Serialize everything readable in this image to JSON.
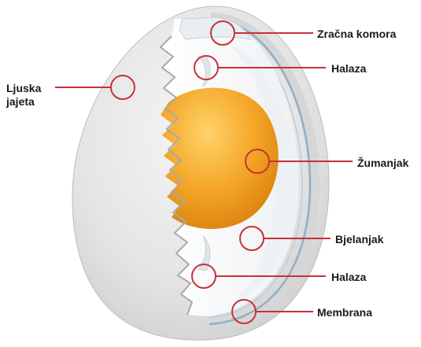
{
  "labels": {
    "zracna_komora": "Zračna komora",
    "halaza_top": "Halaza",
    "ljuska_line1": "Ljuska",
    "ljuska_line2": "jajeta",
    "zumanjak": "Žumanjak",
    "bjelanjak": "Bjelanjak",
    "halaza_bottom": "Halaza",
    "membrana": "Membrana"
  },
  "colors": {
    "shell": "#e6e6e6",
    "albumen": "#ffffff",
    "yolk": "#f0a020",
    "membrane": "#8fb0c8",
    "callout": "#c8303a"
  }
}
